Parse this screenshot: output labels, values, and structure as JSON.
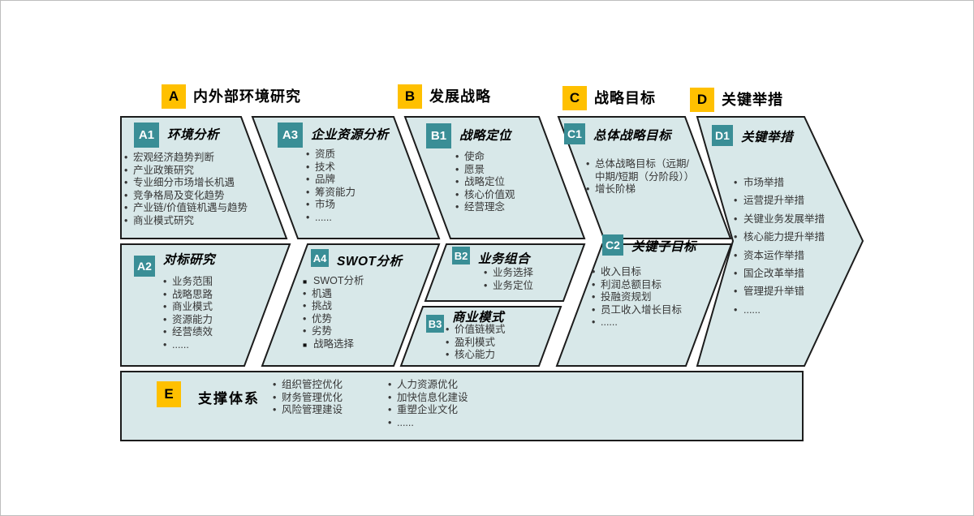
{
  "colors": {
    "yellow": "#FFC000",
    "teal": "#3A8E96",
    "fill": "#D8E8E9",
    "border": "#1C1C1C"
  },
  "headers": [
    {
      "code": "A",
      "label": "内外部环境研究"
    },
    {
      "code": "B",
      "label": "发展战略"
    },
    {
      "code": "C",
      "label": "战略目标"
    },
    {
      "code": "D",
      "label": "关键举措"
    }
  ],
  "boxes": {
    "a1": {
      "code": "A1",
      "title": "环境分析",
      "bullets": [
        "宏观经济趋势判断",
        "产业政策研究",
        "专业细分市场增长机遇",
        "竞争格局及变化趋势",
        "产业链/价值链机遇与趋势",
        "商业模式研究"
      ]
    },
    "a2": {
      "code": "A2",
      "title": "对标研究",
      "bullets": [
        "业务范围",
        "战略思路",
        "商业模式",
        "资源能力",
        "经营绩效",
        "......"
      ]
    },
    "a3": {
      "code": "A3",
      "title": "企业资源分析",
      "bullets": [
        "资质",
        "技术",
        "品牌",
        "筹资能力",
        "市场",
        "......"
      ]
    },
    "a4": {
      "code": "A4",
      "title": "SWOT分析",
      "bullets": [
        "SWOT分析",
        "机遇",
        "挑战",
        "优势",
        "劣势",
        "战略选择"
      ]
    },
    "b1": {
      "code": "B1",
      "title": "战略定位",
      "bullets": [
        "使命",
        "愿景",
        "战略定位",
        "核心价值观",
        "经营理念"
      ]
    },
    "b2": {
      "code": "B2",
      "title": "业务组合",
      "bullets": [
        "业务选择",
        "业务定位"
      ]
    },
    "b3": {
      "code": "B3",
      "title": "商业模式",
      "bullets": [
        "价值链模式",
        "盈利模式",
        "核心能力"
      ]
    },
    "c1": {
      "code": "C1",
      "title": "总体战略目标",
      "bullets": [
        "总体战略目标（远期/中期/短期（分阶段））",
        "增长阶梯"
      ]
    },
    "c2": {
      "code": "C2",
      "title": "关键子目标",
      "bullets": [
        "收入目标",
        "利润总额目标",
        "投融资规划",
        "员工收入增长目标",
        "......"
      ]
    },
    "d1": {
      "code": "D1",
      "title": "关键举措",
      "bullets": [
        "市场举措",
        "运营提升举措",
        "关键业务发展举措",
        "核心能力提升举措",
        "资本运作举措",
        "国企改革举措",
        "管理提升举错",
        "......"
      ]
    }
  },
  "support": {
    "code": "E",
    "title": "支撑体系",
    "col1": [
      "组织管控优化",
      "财务管理优化",
      "风险管理建设"
    ],
    "col2": [
      "人力资源优化",
      "加快信息化建设",
      "重塑企业文化",
      "......"
    ]
  }
}
